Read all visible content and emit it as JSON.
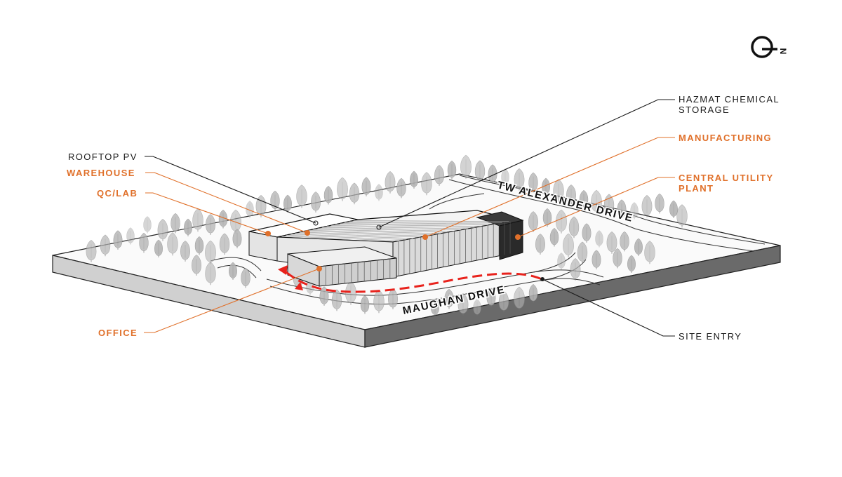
{
  "labels": {
    "rooftop_pv": "ROOFTOP PV",
    "warehouse": "WAREHOUSE",
    "qc_lab": "QC/LAB",
    "office": "OFFICE",
    "hazmat": "HAZMAT CHEMICAL",
    "hazmat_line2": "STORAGE",
    "manufacturing": "MANUFACTURING",
    "central_utility": "CENTRAL UTILITY",
    "central_utility_line2": "PLANT",
    "site_entry": "SITE ENTRY"
  },
  "streets": {
    "tw_alexander": "TW ALEXANDER DRIVE",
    "maughan": "MAUGHAN DRIVE"
  },
  "compass": {
    "letter": "N",
    "icon": "north-arrow-icon"
  },
  "colors": {
    "accent_orange": "#e0702a",
    "route_red": "#e8221c",
    "ink": "#1a1a1a",
    "tree_gray": "#9a9a9a",
    "base_side": "#cfcfcf",
    "base_front": "#6d6d6d"
  }
}
